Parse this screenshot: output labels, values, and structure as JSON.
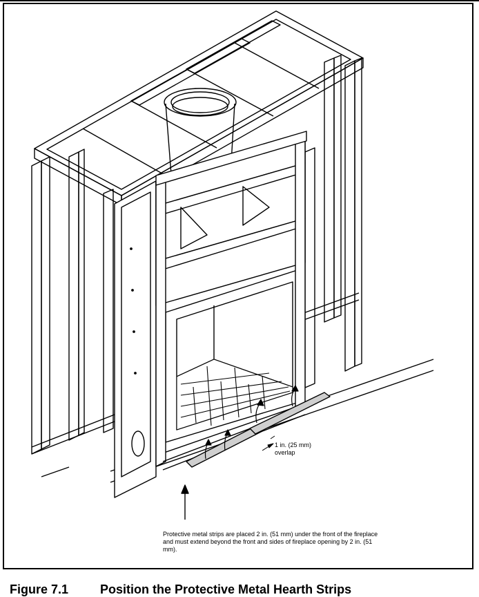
{
  "figure": {
    "number": "Figure 7.1",
    "title": "Position the Protective Metal Hearth Strips"
  },
  "callouts": {
    "overlap_line1": "1 in. (25 mm)",
    "overlap_line2": "overlap",
    "note": "Protective metal strips are placed 2 in. (51 mm) under the front of the fireplace and must extend beyond the front and sides of fireplace opening by 2 in. (51 mm)."
  }
}
